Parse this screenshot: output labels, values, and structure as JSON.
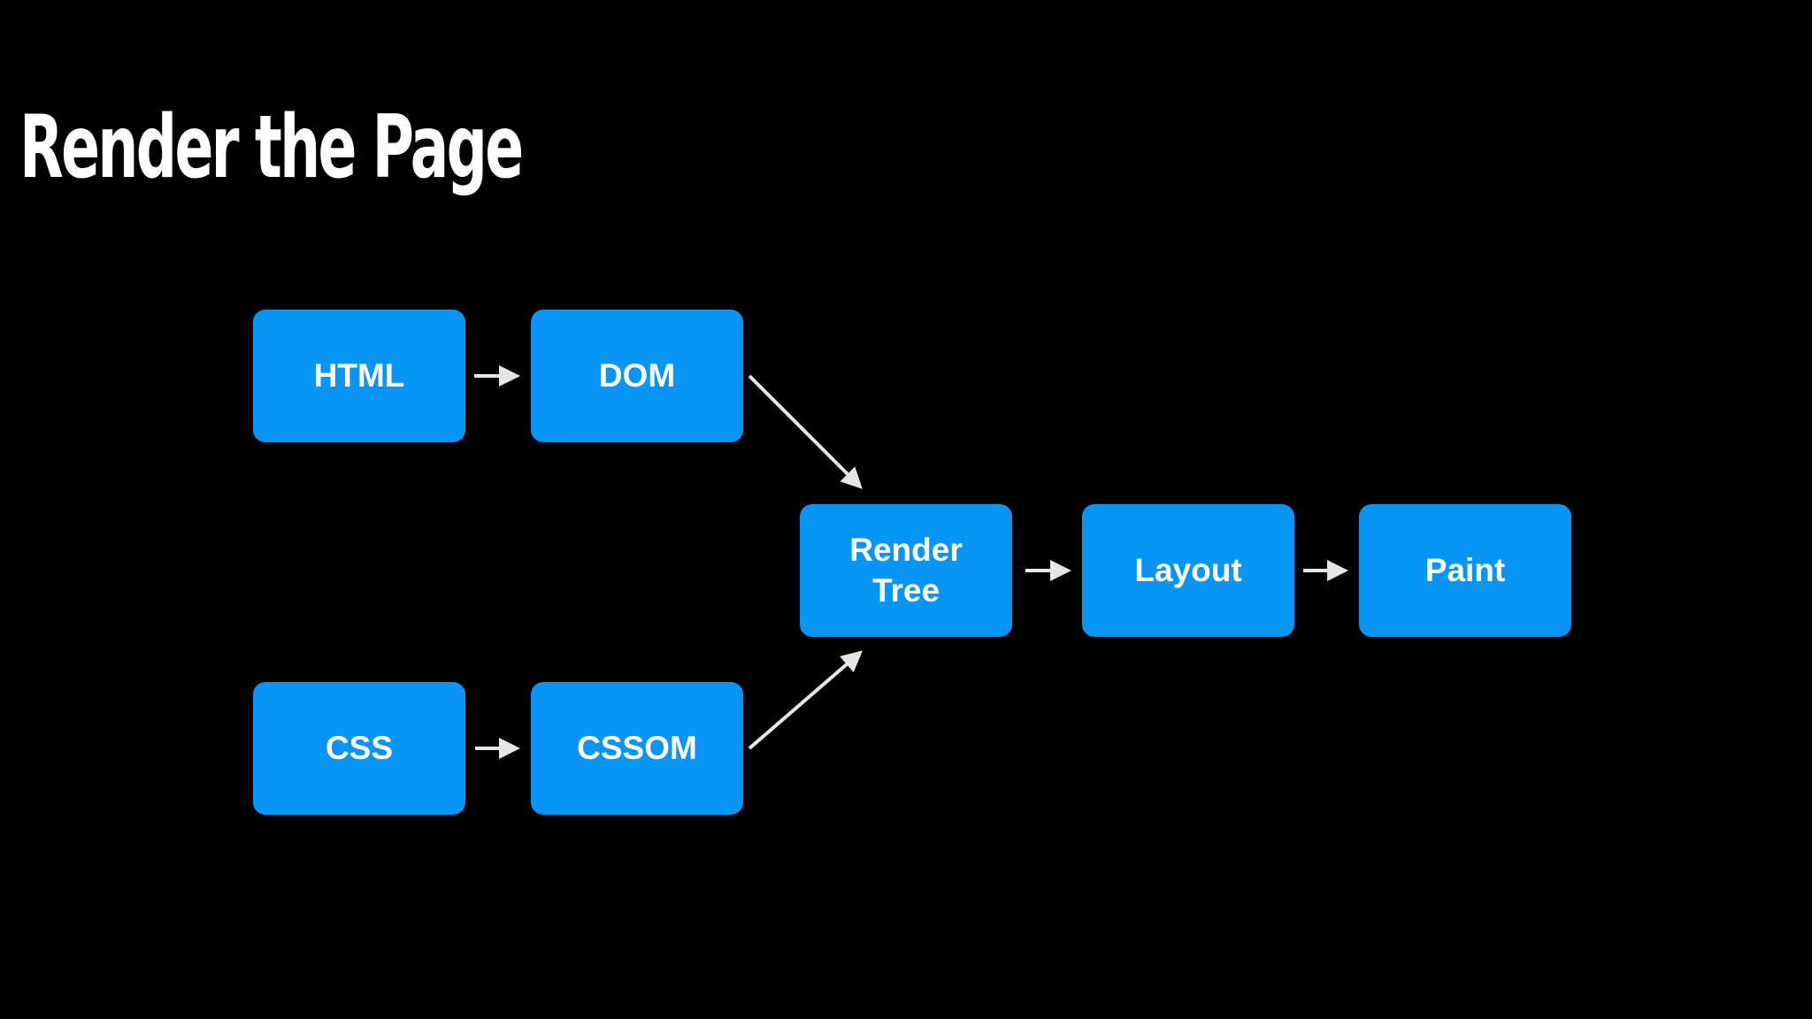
{
  "title": "Render the Page",
  "colors": {
    "background": "#000000",
    "node_fill": "#0895f6",
    "node_text": "#ffffff",
    "arrow": "#e6e6e6"
  },
  "nodes": {
    "html": "HTML",
    "dom": "DOM",
    "css": "CSS",
    "cssom": "CSSOM",
    "render_tree": "Render Tree",
    "layout": "Layout",
    "paint": "Paint"
  },
  "edges": [
    {
      "from": "HTML",
      "to": "DOM"
    },
    {
      "from": "CSS",
      "to": "CSSOM"
    },
    {
      "from": "DOM",
      "to": "Render Tree"
    },
    {
      "from": "CSSOM",
      "to": "Render Tree"
    },
    {
      "from": "Render Tree",
      "to": "Layout"
    },
    {
      "from": "Layout",
      "to": "Paint"
    }
  ]
}
